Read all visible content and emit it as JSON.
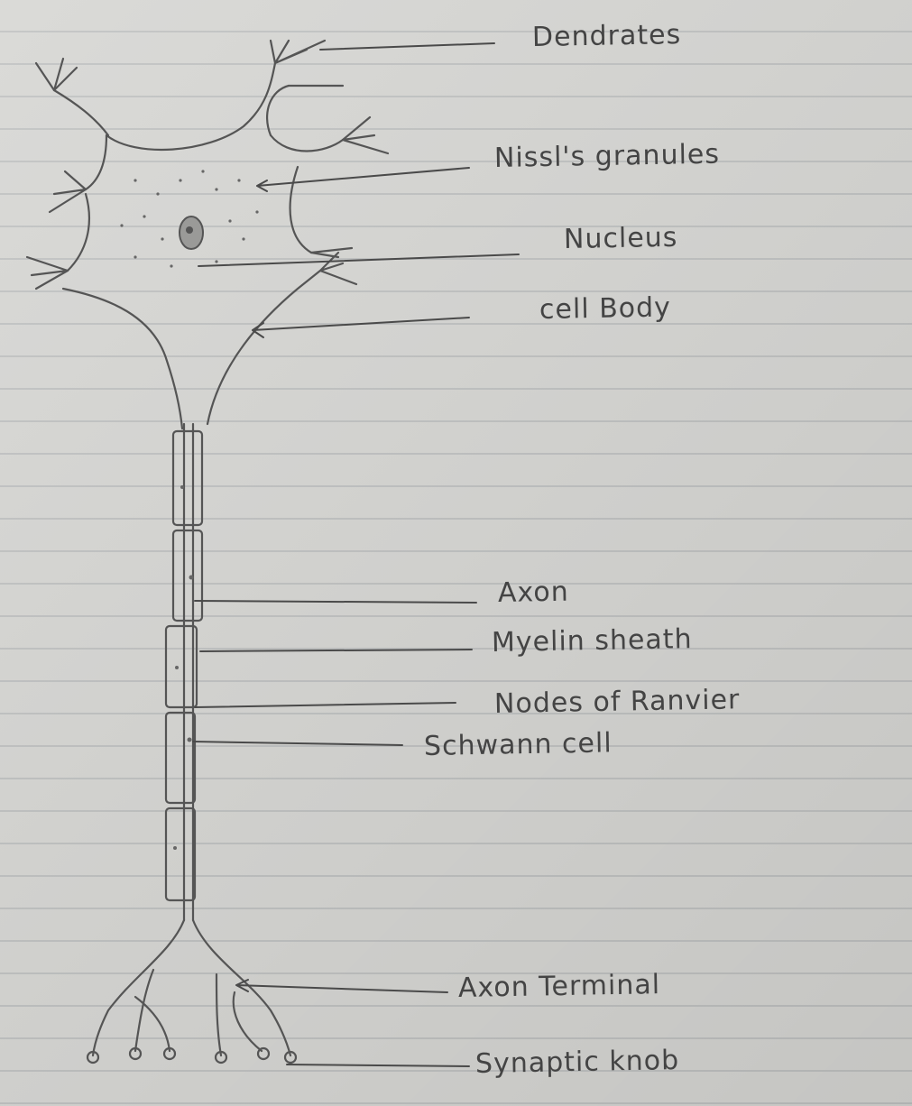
{
  "labels": {
    "dendrites": "Dendrates",
    "nissl": "Nissl's granules",
    "nucleus": "Nucleus",
    "cell_body": "cell Body",
    "axon": "Axon",
    "myelin": "Myelin sheath",
    "nodes": "Nodes of Ranvier",
    "schwann": "Schwann cell",
    "axon_terminal": "Axon Terminal",
    "synaptic_knob": "Synaptic knob"
  },
  "colors": {
    "paper": "#d6d6d3",
    "pencil": "#555555",
    "text": "#444444"
  }
}
